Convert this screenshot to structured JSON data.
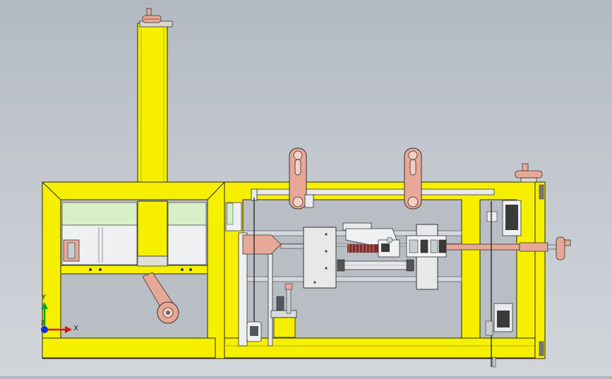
{
  "view": {
    "type": "3d-cad-model",
    "projection": "front",
    "background": "gradient-gray"
  },
  "triad": {
    "x_label": "X",
    "y_label": "Y",
    "z_label": "Z",
    "colors": {
      "x": "#e01010",
      "y": "#10a020",
      "z": "#1030e0"
    }
  },
  "colors": {
    "frame_yellow": "#f6f000",
    "frame_edge": "#2a2a00",
    "pink_part": "#e8a898",
    "steel": "#c8cdd2",
    "panel_green": "#d8f0c8",
    "dark_metal": "#505860"
  }
}
